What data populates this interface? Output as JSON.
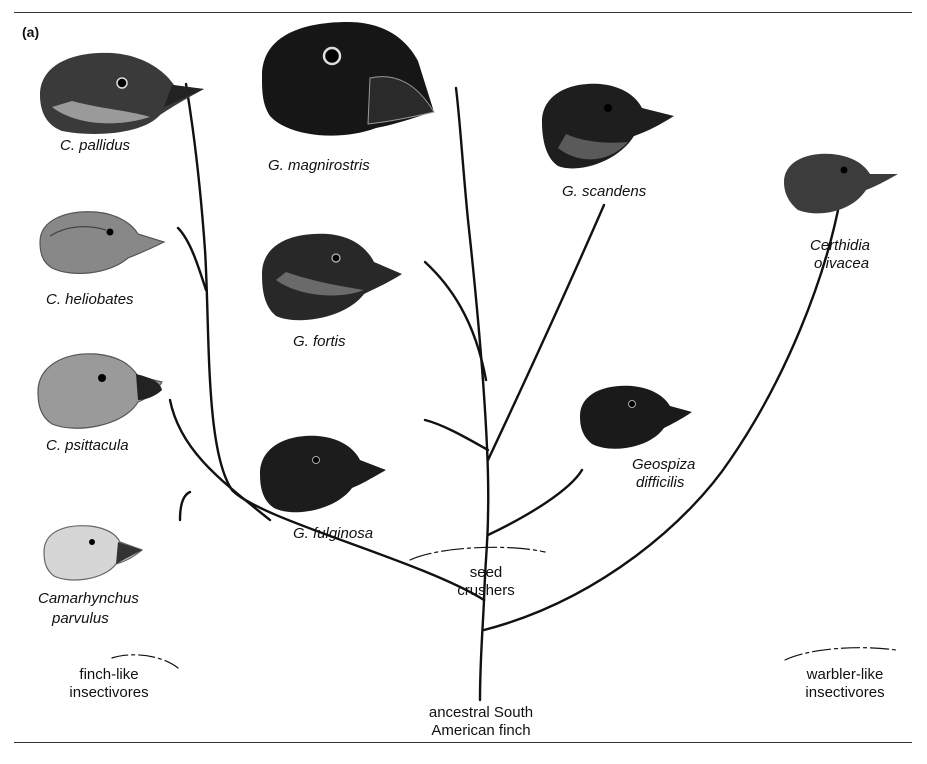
{
  "figure": {
    "panel_label": "(a)",
    "species": {
      "c_pallidus": "C. pallidus",
      "g_magnirostris": "G. magnirostris",
      "g_scandens": "G. scandens",
      "certhidia_1": "Certhidia",
      "certhidia_2": "olivacea",
      "c_heliobates": "C. heliobates",
      "g_fortis": "G. fortis",
      "c_psittacula": "C. psittacula",
      "g_fulginosa": "G. fulginosa",
      "geospiza_1": "Geospiza",
      "geospiza_2": "difficilis",
      "camarhynchus_1": "Camarhynchus",
      "camarhynchus_2": "parvulus"
    },
    "groups": {
      "seed_1": "seed",
      "seed_2": "crushers",
      "finch_1": "finch-like",
      "finch_2": "insectivores",
      "warbler_1": "warbler-like",
      "warbler_2": "insectivores",
      "ancestor_1": "ancestral South",
      "ancestor_2": "American finch"
    },
    "icons": [
      "finch-head-icon"
    ]
  }
}
